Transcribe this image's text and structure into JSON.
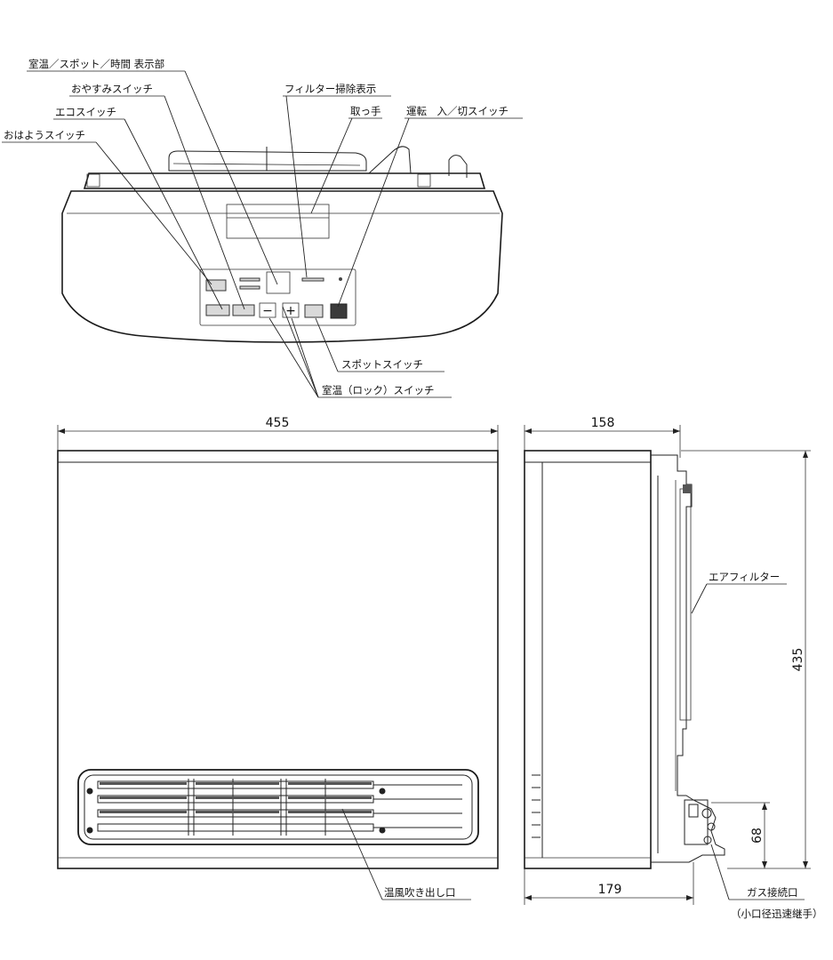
{
  "labels": {
    "room_temp_display": "室温／スポット／時間 表示部",
    "oyasumi_switch": "おやすみスイッチ",
    "eco_switch": "エコスイッチ",
    "ohayou_switch": "おはようスイッチ",
    "filter_clean_display": "フィルター掃除表示",
    "handle": "取っ手",
    "power_switch": "運転　入／切スイッチ",
    "spot_switch": "スポットスイッチ",
    "room_temp_lock_switch": "室温（ロック）スイッチ",
    "warm_air_outlet": "温風吹き出し口",
    "air_filter": "エアフィルター",
    "gas_connection": "ガス接続口",
    "gas_connection_note": "（小口径迅速継手）"
  },
  "dimensions": {
    "front_width": "455",
    "side_depth_top": "158",
    "side_depth_bottom": "179",
    "height": "435",
    "gas_height": "68"
  },
  "panel_buttons": {
    "minus": "−",
    "plus": "+"
  }
}
